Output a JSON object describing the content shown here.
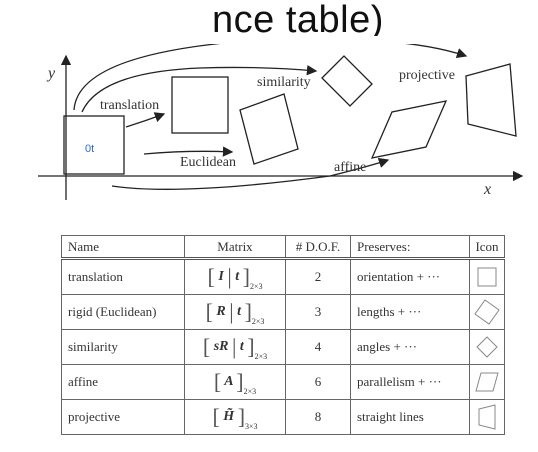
{
  "title": "nce table)",
  "diagram": {
    "axis_y": "y",
    "axis_x": "x",
    "origin_mark": "0t",
    "labels": {
      "translation": "translation",
      "similarity": "similarity",
      "projective": "projective",
      "euclidean": "Euclidean",
      "affine": "affine"
    }
  },
  "table": {
    "headers": [
      "Name",
      "Matrix",
      "# D.O.F.",
      "Preserves:",
      "Icon"
    ],
    "rows": [
      {
        "name": "translation",
        "matrix_a": "I",
        "matrix_b": "t",
        "sub": "2×3",
        "dof": "2",
        "preserves": "orientation + ···",
        "icon": "square-icon"
      },
      {
        "name": "rigid (Euclidean)",
        "matrix_a": "R",
        "matrix_b": "t",
        "sub": "2×3",
        "dof": "3",
        "preserves": "lengths + ···",
        "icon": "rotated-square-icon"
      },
      {
        "name": "similarity",
        "matrix_a": "sR",
        "matrix_b": "t",
        "sub": "2×3",
        "dof": "4",
        "preserves": "angles + ···",
        "icon": "small-diamond-icon"
      },
      {
        "name": "affine",
        "matrix_a": "A",
        "sub": "2×3",
        "dof": "6",
        "preserves": "parallelism + ···",
        "icon": "parallelogram-icon"
      },
      {
        "name": "projective",
        "matrix_a": "H̃",
        "sub": "3×3",
        "dof": "8",
        "preserves": "straight lines",
        "icon": "trapezoid-icon"
      }
    ]
  }
}
